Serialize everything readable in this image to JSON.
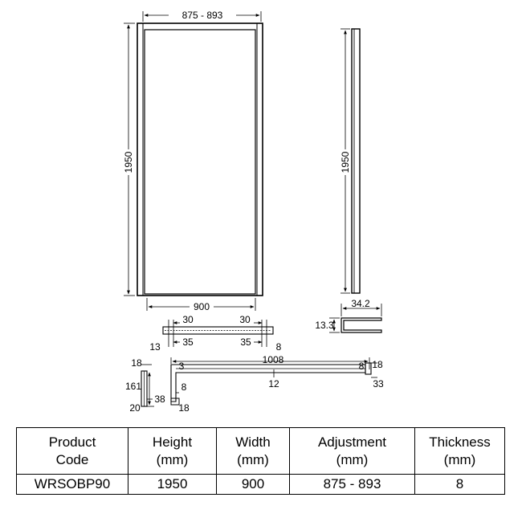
{
  "drawing": {
    "front_view": {
      "width_adjustment": "875 - 893",
      "height": "1950",
      "width": "900"
    },
    "side_view": {
      "height": "1950"
    },
    "profile": {
      "depth": "34.2",
      "height": "13.3"
    },
    "bottom_channel": {
      "left_offset": "30",
      "right_offset": "30",
      "left_edge": "13",
      "left_inner": "35",
      "right_inner": "35",
      "right_edge": "8"
    },
    "bracket_left": {
      "top": "18",
      "height": "161",
      "width": "38",
      "bottom": "20"
    },
    "support_bar": {
      "length": "1008",
      "left_gap": "3",
      "bar_height": "12",
      "left_thickness": "8",
      "left_bottom": "18",
      "right_thickness": "8",
      "right_top": "18",
      "right_width": "33"
    }
  },
  "table": {
    "headers": [
      [
        "Product",
        "Code"
      ],
      [
        "Height",
        "(mm)"
      ],
      [
        "Width",
        "(mm)"
      ],
      [
        "Adjustment",
        "(mm)"
      ],
      [
        "Thickness",
        "(mm)"
      ]
    ],
    "rows": [
      [
        "WRSOBP90",
        "1950",
        "900",
        "875 - 893",
        "8"
      ]
    ]
  }
}
